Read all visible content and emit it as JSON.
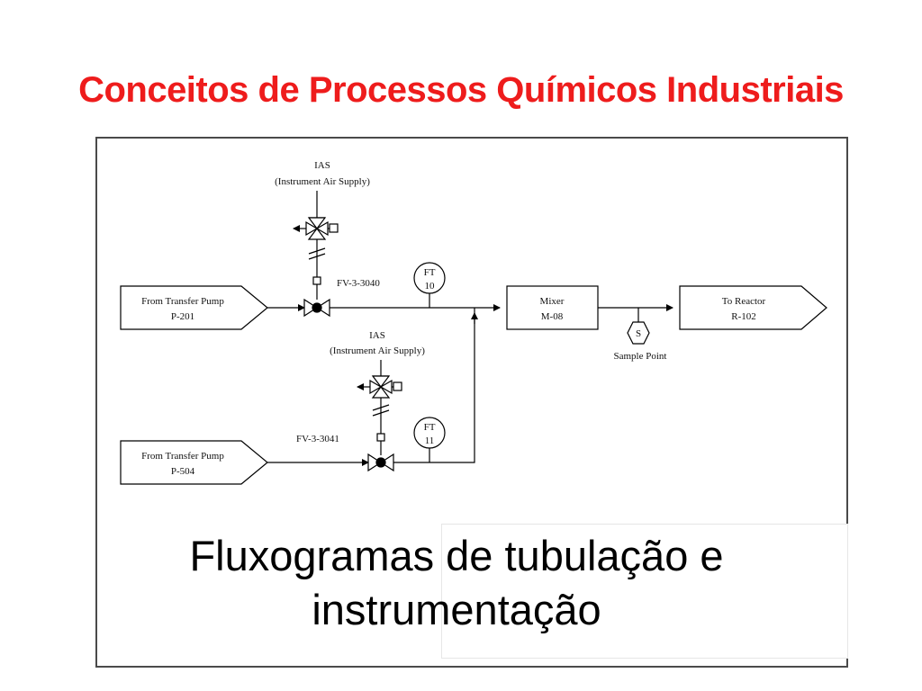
{
  "slide": {
    "title": "Conceitos de Processos Químicos Industriais",
    "caption_line1": "Fluxogramas de tubulação e",
    "caption_line2": "instrumentação"
  },
  "diagram": {
    "ias_top_line1": "IAS",
    "ias_top_line2": "(Instrument Air Supply)",
    "ias_bottom_line1": "IAS",
    "ias_bottom_line2": "(Instrument Air Supply)",
    "source_top_line1": "From Transfer Pump",
    "source_top_line2": "P-201",
    "source_bottom_line1": "From Transfer Pump",
    "source_bottom_line2": "P-504",
    "valve_top_label": "FV-3-3040",
    "valve_bottom_label": "FV-3-3041",
    "ft_top_line1": "FT",
    "ft_top_line2": "10",
    "ft_bottom_line1": "FT",
    "ft_bottom_line2": "11",
    "mixer_line1": "Mixer",
    "mixer_line2": "M-08",
    "sample_symbol": "S",
    "sample_label": "Sample Point",
    "reactor_line1": "To Reactor",
    "reactor_line2": "R-102"
  },
  "colors": {
    "title": "#ee1c1c",
    "line": "#000000",
    "frame": "#4a4a4a"
  }
}
